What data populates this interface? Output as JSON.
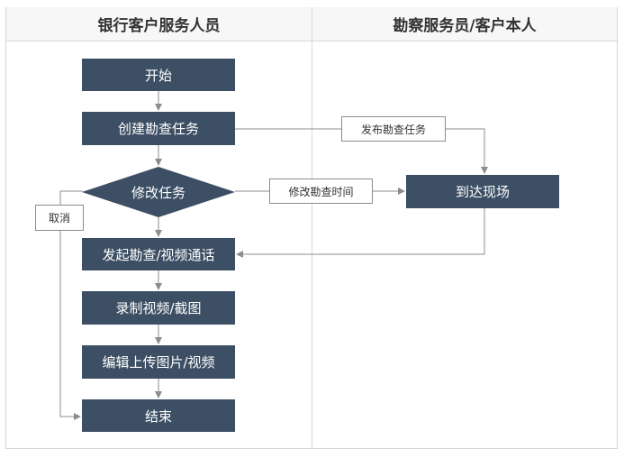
{
  "lanes": [
    "银行客户服务人员",
    "勘察服务员/客户本人"
  ],
  "nodes": {
    "start": "开始",
    "create_task": "创建勘查任务",
    "modify_task": "修改任务",
    "initiate_call": "发起勘查/视频通话",
    "record": "录制视频/截图",
    "upload": "编辑上传图片/视频",
    "end": "结束",
    "arrive": "到达现场"
  },
  "edge_labels": {
    "publish": "发布勘查任务",
    "modify_time": "修改勘查时间",
    "cancel": "取消"
  },
  "colors": {
    "node_fill": "#3d4f64",
    "edge": "#8c8c8c"
  }
}
